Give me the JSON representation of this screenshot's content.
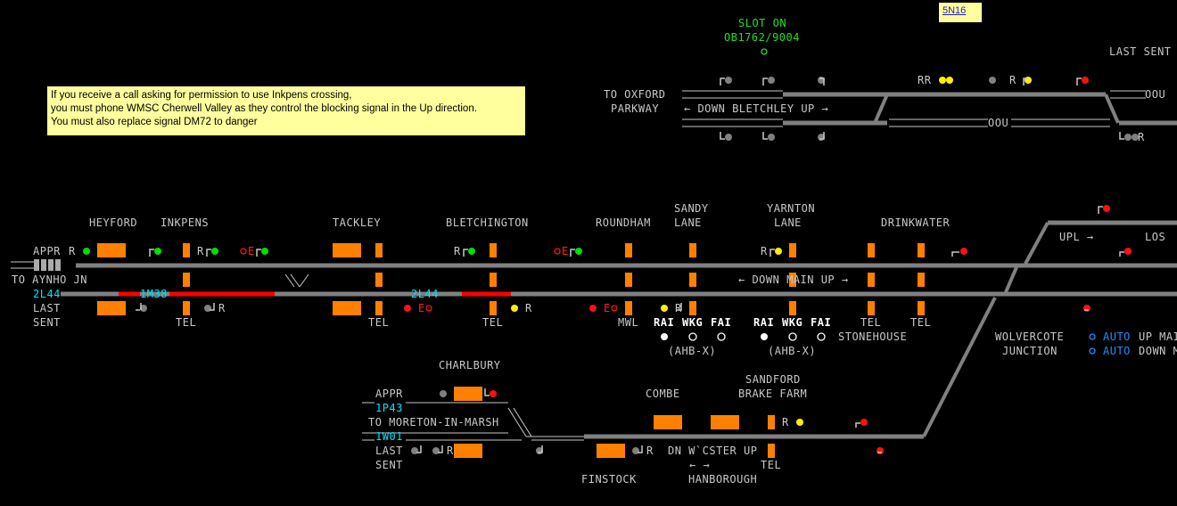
{
  "slot": {
    "line1": "SLOT ON",
    "line2": "OB1762/9004"
  },
  "tag": "5N16",
  "last_sent_top": "LAST SENT",
  "note": {
    "line1": "If you receive a call asking for permission to use Inkpens crossing,",
    "line2": "you must phone WMSC Cherwell Valley as they control the blocking signal in the Up direction.",
    "line3": "You must also replace signal DM72 to danger"
  },
  "oxford": {
    "to": "TO OXFORD",
    "parkway": "PARKWAY",
    "direction": "← DOWN BLETCHLEY UP →",
    "ou1": "OOU",
    "ou2": "OOU",
    "rr": "RR",
    "r1": "R",
    "r2": "R"
  },
  "main_labels": {
    "heyford": "HEYFORD",
    "inkpens": "INKPENS",
    "tackley": "TACKLEY",
    "bletchington": "BLETCHINGTON",
    "roundham": "ROUNDHAM",
    "sandy1": "SANDY",
    "sandy2": "LANE",
    "yarnton1": "YARNTON",
    "yarnton2": "LANE",
    "drinkwater": "DRINKWATER",
    "appr": "APPR",
    "to_aynho": "TO AYNHO JN",
    "last": "LAST",
    "sent": "SENT",
    "down_main": "← DOWN MAIN UP →",
    "upl": "UPL →",
    "los": "LOS",
    "tel1": "TEL",
    "tel2": "TEL",
    "tel3": "TEL",
    "tel4": "TEL",
    "tel5": "TEL",
    "mwl": "MWL",
    "stonehouse": "STONEHOUSE",
    "wolvercote1": "WOLVERCOTE",
    "wolvercote2": "JUNCTION",
    "auto": "AUTO",
    "up_main": "UP MAIN",
    "down_main_short": "DOWN MAIN",
    "rai": "RAI",
    "wkg": "WKG",
    "fai": "FAI",
    "ahbx": "(AHB-X)"
  },
  "berths": {
    "b1": "2L44",
    "b2": "1M38",
    "b3": "2L44",
    "b4": "1P43",
    "b5": "1W01"
  },
  "lower_labels": {
    "charlbury": "CHARLBURY",
    "appr": "APPR",
    "to_moreton": "TO MORETON-IN-MARSH",
    "last": "LAST",
    "sent": "SENT",
    "combe": "COMBE",
    "sandford1": "SANDFORD",
    "sandford2": "BRAKE FARM",
    "finstock": "FINSTOCK",
    "dn_wcster": "DN W`CSTER UP",
    "arrows": "← →",
    "hanborough": "HANBOROUGH",
    "tel": "TEL"
  },
  "signal_letters": {
    "r": "R",
    "e": "E"
  },
  "colors": {
    "background": "#000000",
    "track": "#808080",
    "occupied": "#ff0000",
    "berth": "#00e5ff",
    "block": "#ff8000",
    "slot": "#20e020",
    "note": "#ffff9e",
    "auto": "#1e90ff"
  }
}
